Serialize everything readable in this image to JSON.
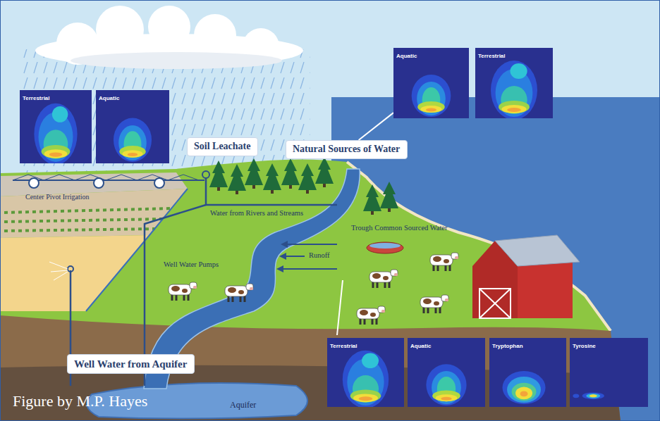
{
  "diagram": {
    "nodes": [
      {
        "text": [
          "Terrestrial"
        ]
      },
      {
        "text": [
          "Aquatic"
        ]
      },
      {
        "text": [
          "Aquatic"
        ]
      },
      {
        "text": [
          "Terrestrial"
        ]
      },
      {
        "text": [
          "Soil Leachate"
        ]
      },
      {
        "text": [
          "Natural Sources of Water"
        ]
      },
      {
        "text": [
          "Well Water from Aquifer"
        ]
      },
      {
        "text": [
          "Terrestrial"
        ]
      },
      {
        "text": [
          "Aquatic"
        ]
      },
      {
        "text": [
          "Tryptophan"
        ]
      },
      {
        "text": [
          "Tyrosine"
        ]
      }
    ],
    "edges": [
      {
        "from": 5,
        "to": 2,
        "arrow": "none"
      }
    ],
    "labels": [
      "Center Pivot Irrigation",
      "Water from Rivers and Streams",
      "Trough Common Sourced Water",
      "Well Water Pumps",
      "Runoff",
      "Aquifer",
      "Figure by M.P. Hayes"
    ]
  }
}
